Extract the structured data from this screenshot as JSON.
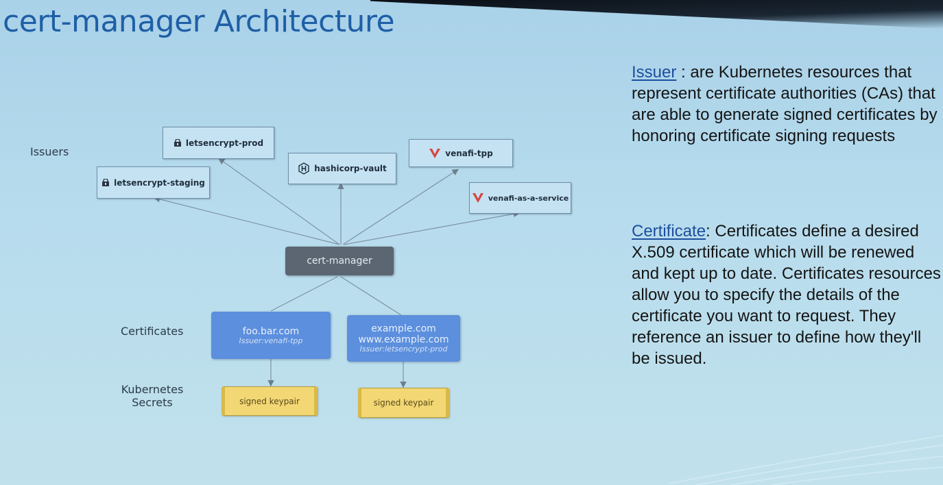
{
  "slide": {
    "title": "cert-manager Architecture"
  },
  "row_labels": {
    "issuers": "Issuers",
    "certificates": "Certificates",
    "secrets_line1": "Kubernetes",
    "secrets_line2": "Secrets"
  },
  "issuers": {
    "letsencrypt_prod": "letsencrypt-prod",
    "letsencrypt_staging": "letsencrypt-staging",
    "hashicorp_vault": "hashicorp-vault",
    "venafi_tpp": "venafi-tpp",
    "venafi_as_a_service": "venafi-as-a-service"
  },
  "core": {
    "label": "cert-manager"
  },
  "certificates": {
    "cert1_domain": "foo.bar.com",
    "cert1_issuer": "Issuer:venafi-tpp",
    "cert2_domain1": "example.com",
    "cert2_domain2": "www.example.com",
    "cert2_issuer": "Issuer:letsencrypt-prod"
  },
  "secrets": {
    "secret1": "signed keypair",
    "secret2": "signed keypair"
  },
  "descriptions": {
    "issuer_term": "Issuer",
    "issuer_text": " : are Kubernetes resources that represent certificate authorities (CAs) that are able to generate signed certificates by honoring certificate signing requests",
    "certificate_term": "Certificate",
    "certificate_text": ": Certificates define a desired X.509 certificate which will be renewed and kept up to date. Certificates resources allow you to specify the details of the certificate you want to request. They reference an issuer to define how they'll be issued."
  },
  "colors": {
    "title": "#1e5fa6",
    "issuer_box": "#c5e2f3",
    "core_box": "#5b6672",
    "certificate_box": "#5c8fdd",
    "secret_box": "#f2d774",
    "venafi_logo": "#d6453d"
  },
  "icons": {
    "letsencrypt": "lock-icon",
    "hashicorp": "hashicorp-logo-icon",
    "venafi": "venafi-v-logo-icon"
  }
}
